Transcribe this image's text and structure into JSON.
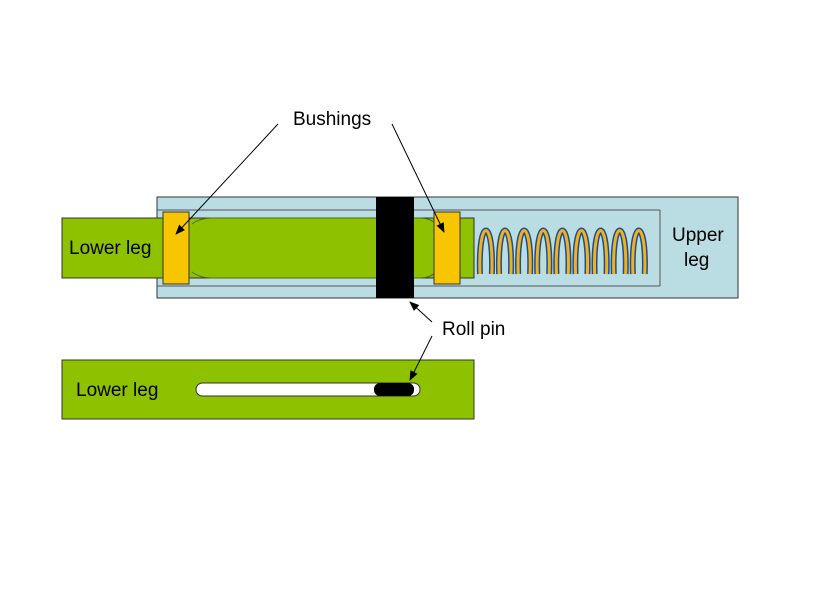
{
  "labels": {
    "bushings": "Bushings",
    "lower_leg_top": "Lower leg",
    "upper_leg_line1": "Upper",
    "upper_leg_line2": "leg",
    "roll_pin": "Roll pin",
    "lower_leg_bottom": "Lower leg"
  },
  "colors": {
    "background": "#ffffff",
    "upper_leg": "#b9dde3",
    "lower_leg": "#8ec200",
    "bushing": "#f7c600",
    "roll_pin": "#000000",
    "slot": "#ffffff",
    "spring_outer": "#f0b020",
    "spring_inner": "#1f4f8a",
    "outline": "#333333"
  }
}
